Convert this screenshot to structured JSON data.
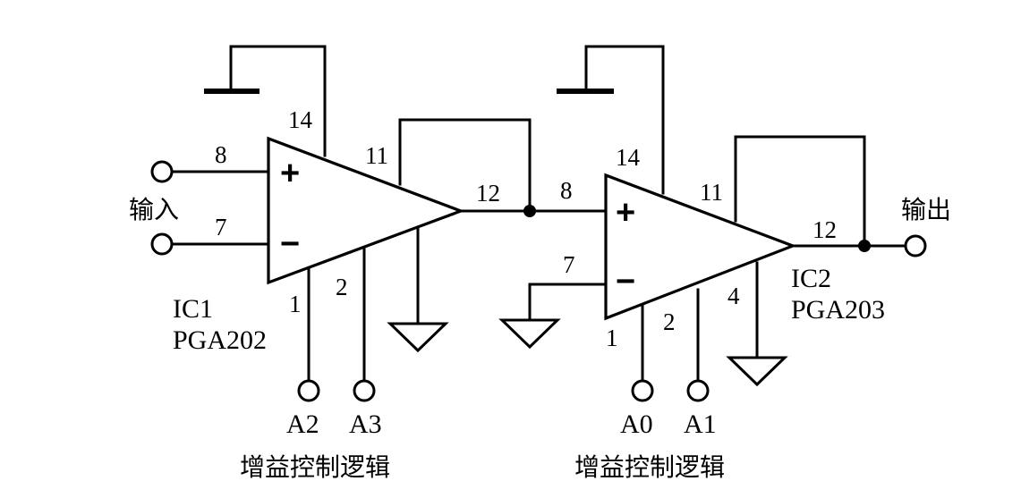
{
  "input_label": "输入",
  "output_label": "输出",
  "amplifiers": [
    {
      "ref": "IC1",
      "part": "PGA202",
      "plus_sign": "+",
      "minus_sign": "−",
      "pins": {
        "noninv": "8",
        "inv": "7",
        "supply": "14",
        "feedback": "11",
        "output": "12",
        "a0": "1",
        "a1": "2"
      },
      "logic_inputs": [
        "A2",
        "A3"
      ],
      "logic_caption": "增益控制逻辑"
    },
    {
      "ref": "IC2",
      "part": "PGA203",
      "plus_sign": "+",
      "minus_sign": "−",
      "pins": {
        "noninv": "8",
        "inv": "7",
        "supply": "14",
        "feedback": "11",
        "output": "12",
        "a0": "1",
        "a1": "2",
        "ground": "4"
      },
      "logic_inputs": [
        "A0",
        "A1"
      ],
      "logic_caption": "增益控制逻辑"
    }
  ]
}
